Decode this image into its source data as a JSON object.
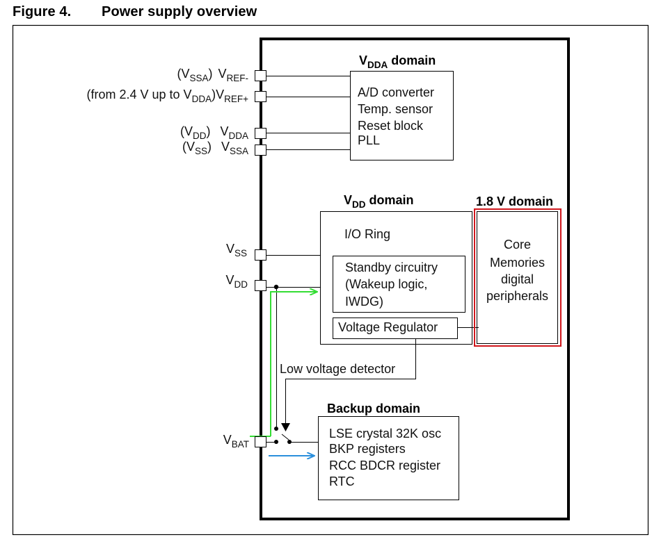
{
  "figure": {
    "number_label": "Figure 4.",
    "title": "Power supply overview"
  },
  "pins": [
    {
      "id": "vref_minus",
      "prefix": "(V",
      "prefix_sub": "SSA",
      "prefix_suffix": ")",
      "name": "V",
      "name_sub": "REF-"
    },
    {
      "id": "vref_plus",
      "prefix": "(from 2.4 V up to V",
      "prefix_sub": "DDA",
      "prefix_suffix": ")",
      "name": "V",
      "name_sub": "REF+"
    },
    {
      "id": "vdda",
      "prefix": "(V",
      "prefix_sub": "DD",
      "prefix_suffix": ")",
      "name": "V",
      "name_sub": "DDA"
    },
    {
      "id": "vssa",
      "prefix": "(V",
      "prefix_sub": "SS",
      "prefix_suffix": ")",
      "name": "V",
      "name_sub": "SSA"
    },
    {
      "id": "vss",
      "prefix": "",
      "prefix_sub": "",
      "prefix_suffix": "",
      "name": "V",
      "name_sub": "SS"
    },
    {
      "id": "vdd",
      "prefix": "",
      "prefix_sub": "",
      "prefix_suffix": "",
      "name": "V",
      "name_sub": "DD"
    },
    {
      "id": "vbat",
      "prefix": "",
      "prefix_sub": "",
      "prefix_suffix": "",
      "name": "V",
      "name_sub": "BAT"
    }
  ],
  "domains": {
    "vdda": {
      "title": "V",
      "title_sub": "DDA",
      "title_suffix": " domain",
      "items": [
        "A/D converter",
        "Temp. sensor",
        "Reset block",
        "PLL"
      ]
    },
    "vdd": {
      "title": "V",
      "title_sub": "DD",
      "title_suffix": " domain",
      "io_ring": "I/O Ring",
      "standby_lines": [
        "Standby circuitry",
        "(Wakeup logic,",
        "IWDG)"
      ],
      "regulator": "Voltage Regulator"
    },
    "core18": {
      "title": "1.8 V domain",
      "items": [
        "Core",
        "Memories",
        "digital",
        "peripherals"
      ],
      "border_color": "#d0161c"
    },
    "backup": {
      "title": "Backup domain",
      "items": [
        "LSE crystal 32K osc",
        "BKP registers",
        "RCC BDCR register",
        "RTC"
      ]
    }
  },
  "signals": {
    "low_voltage_detector": "Low voltage detector"
  },
  "colors": {
    "vdd_path": "#33dd33",
    "vbat_path": "#2a8fdc",
    "core_domain_border": "#d0161c"
  }
}
